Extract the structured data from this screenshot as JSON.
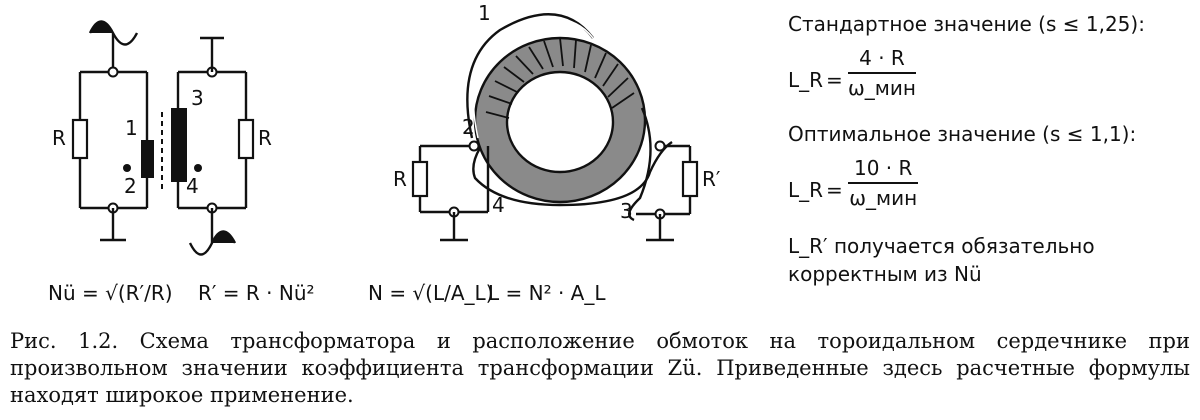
{
  "left_circuit": {
    "resistor_left": "R",
    "resistor_right": "R",
    "winding_labels": [
      "1",
      "2",
      "3",
      "4"
    ],
    "formula_n": "Nü = √(R′/R)",
    "formula_r": "R′ = R · Nü²"
  },
  "toroid": {
    "wire_labels": [
      "1",
      "2",
      "3",
      "4"
    ],
    "resistor_left": "R",
    "resistor_right": "R′",
    "formula_n": "N = √(L/A_L)",
    "formula_l": "L = N² · A_L"
  },
  "formulas": {
    "standard_heading": "Стандартное значение (s ≤ 1,25):",
    "standard_lhs": "L_R",
    "standard_num": "4 · R",
    "standard_den": "ω_мин",
    "optimal_heading": "Оптимальное значение (s ≤ 1,1):",
    "optimal_lhs": "L_R",
    "optimal_num": "10 · R",
    "optimal_den": "ω_мин",
    "note_line1": "L_R′ получается обязательно",
    "note_line2": "корректным из Nü"
  },
  "caption": {
    "text": "Рис. 1.2. Схема трансформатора и расположение обмоток на тороидальном сердечнике при произвольном значении коэффициента трансформации Zü. Приведенные здесь расчетные формулы находят широкое применение."
  },
  "colors": {
    "ink": "#111111",
    "core_gray": "#8a8a8a",
    "background": "#ffffff"
  }
}
